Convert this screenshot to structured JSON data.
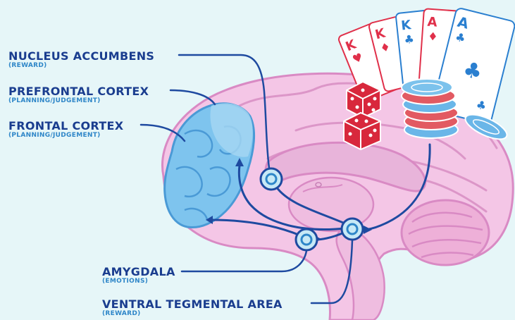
{
  "labels": {
    "nucleus_accumbens": {
      "title": "NUCLEUS ACCUMBENS",
      "subtitle": "(REWARD)"
    },
    "prefrontal_cortex": {
      "title": "PREFRONTAL CORTEX",
      "subtitle": "(PLANNING/JUDGEMENT)"
    },
    "frontal_cortex": {
      "title": "FRONTAL CORTEX",
      "subtitle": "(PLANNING/JUDGEMENT)"
    },
    "amygdala": {
      "title": "AMYGDALA",
      "subtitle": "(EMOTIONS)"
    },
    "ventral_tegmental_area": {
      "title": "VENTRAL TEGMENTAL AREA",
      "subtitle": "(REWARD)"
    }
  },
  "cards": [
    {
      "rank": "K",
      "suit": "♥",
      "color": "#e0304a"
    },
    {
      "rank": "K",
      "suit": "♦",
      "color": "#e0304a"
    },
    {
      "rank": "K",
      "suit": "♣",
      "color": "#2a7fd0"
    },
    {
      "rank": "A",
      "suit": "♦",
      "color": "#e0304a"
    },
    {
      "rank": "A",
      "suit": "♣",
      "color": "#2a7fd0"
    }
  ],
  "colors": {
    "background": "#e6f6f8",
    "brain_pink": "#f4c6e6",
    "brain_outline": "#d98ac4",
    "frontal_blue": "#7ec4ee",
    "label_navy": "#1a3d8f",
    "sublabel_blue": "#2e86c8",
    "die_red": "#d8283c",
    "chip_blue": "#6ab6e8",
    "chip_red": "#e25a62"
  },
  "icons": [
    "brain",
    "playing-cards",
    "dice",
    "poker-chips"
  ]
}
